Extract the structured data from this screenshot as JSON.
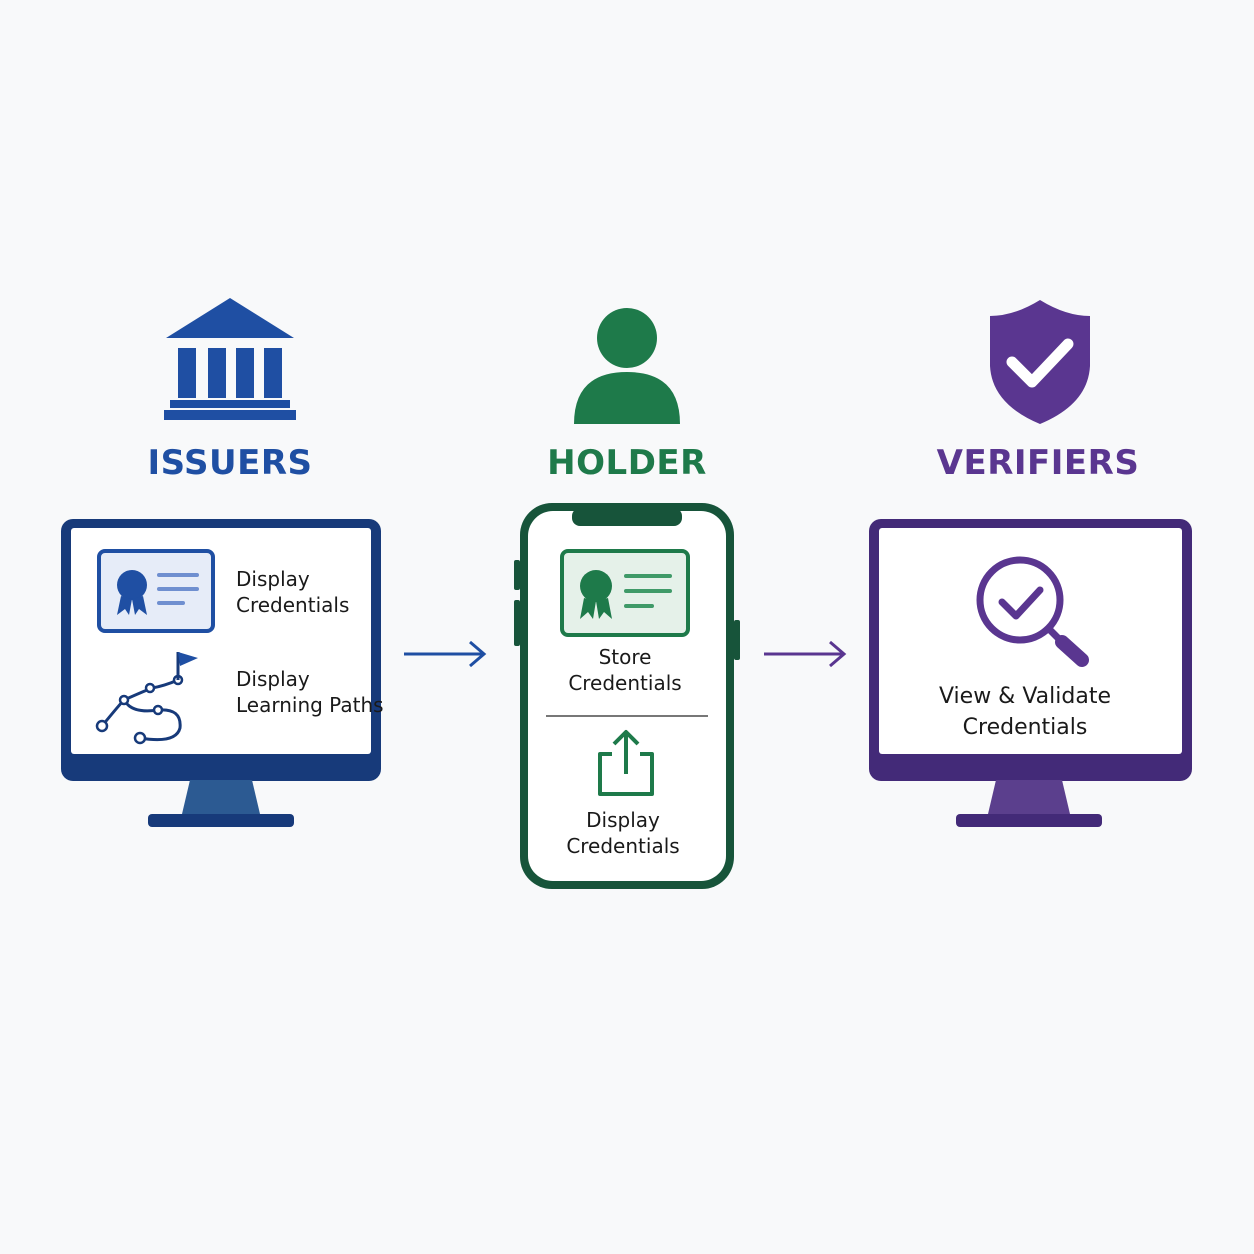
{
  "colors": {
    "issuer": "#1f4fa3",
    "issuer_dark": "#173a7a",
    "holder": "#1e7a4a",
    "holder_dark": "#17543a",
    "verifier": "#5a3690",
    "verifier_dark": "#432a78",
    "background": "#f8f9fa"
  },
  "issuers": {
    "title": "ISSUERS",
    "icon": "institution-icon",
    "items": [
      {
        "icon": "credential-card-icon",
        "line1": "Display",
        "line2": "Credentials"
      },
      {
        "icon": "learning-path-icon",
        "line1": "Display",
        "line2": "Learning Paths"
      }
    ]
  },
  "holder": {
    "title": "HOLDER",
    "icon": "person-icon",
    "items": [
      {
        "icon": "credential-card-icon",
        "line1": "Store",
        "line2": "Credentials"
      },
      {
        "icon": "share-upload-icon",
        "line1": "Display",
        "line2": "Credentials"
      }
    ]
  },
  "verifiers": {
    "title": "VERIFIERS",
    "icon": "shield-check-icon",
    "items": [
      {
        "icon": "magnifier-check-icon",
        "line1": "View & Validate",
        "line2": "Credentials"
      }
    ]
  },
  "connectors": [
    {
      "icon": "arrow-right-icon",
      "from": "issuers",
      "to": "holder"
    },
    {
      "icon": "arrow-right-icon",
      "from": "holder",
      "to": "verifiers"
    }
  ]
}
